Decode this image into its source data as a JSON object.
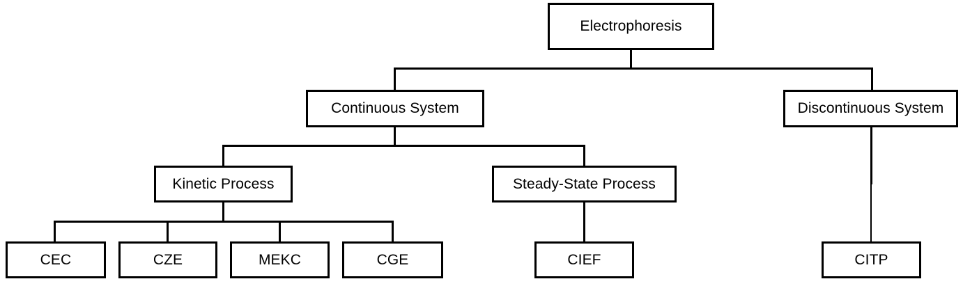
{
  "diagram": {
    "title": "Electrophoresis classification tree",
    "type": "hierarchy-tree",
    "orientation": "top-down",
    "background_color": "#ffffff",
    "line_color": "#000000",
    "text_color": "#000000",
    "nodes": {
      "root": {
        "label": "Electrophoresis",
        "level": 0
      },
      "continuous": {
        "label": "Continuous System",
        "level": 1
      },
      "discontinuous": {
        "label": "Discontinuous System",
        "level": 1
      },
      "kinetic": {
        "label": "Kinetic Process",
        "level": 2
      },
      "steady_state": {
        "label": "Steady-State Process",
        "level": 2
      },
      "cec": {
        "label": "CEC",
        "level": 3
      },
      "cze": {
        "label": "CZE",
        "level": 3
      },
      "mekc": {
        "label": "MEKC",
        "level": 3
      },
      "cge": {
        "label": "CGE",
        "level": 3
      },
      "cief": {
        "label": "CIEF",
        "level": 3
      },
      "citp": {
        "label": "CITP",
        "level": 3
      }
    },
    "edges": [
      {
        "from": "root",
        "to": "continuous"
      },
      {
        "from": "root",
        "to": "discontinuous"
      },
      {
        "from": "continuous",
        "to": "kinetic"
      },
      {
        "from": "continuous",
        "to": "steady_state"
      },
      {
        "from": "kinetic",
        "to": "cec"
      },
      {
        "from": "kinetic",
        "to": "cze"
      },
      {
        "from": "kinetic",
        "to": "mekc"
      },
      {
        "from": "kinetic",
        "to": "cge"
      },
      {
        "from": "steady_state",
        "to": "cief"
      },
      {
        "from": "discontinuous",
        "to": "citp"
      }
    ]
  }
}
